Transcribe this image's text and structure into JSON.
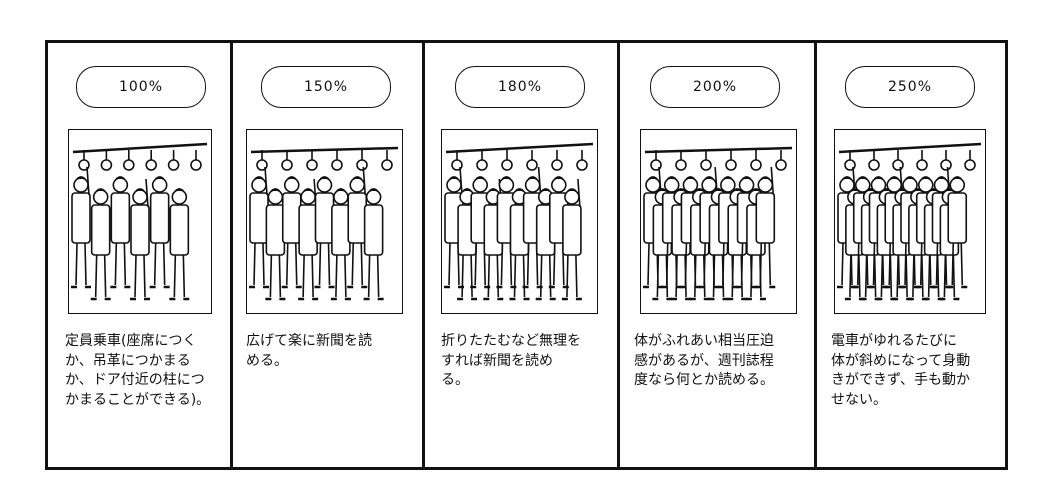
{
  "columns": [
    {
      "rate": "100%",
      "people": 6,
      "lines": [
        "定員乗車(座席につく",
        "か、吊革につかまる",
        "か、ドア付近の柱につ",
        "かまることができる)。"
      ]
    },
    {
      "rate": "150%",
      "people": 8,
      "lines": [
        "広げて楽に新聞を読",
        "める。"
      ]
    },
    {
      "rate": "180%",
      "people": 10,
      "lines": [
        "折りたたむなど無理を",
        "すれば新聞を読め",
        "る。"
      ]
    },
    {
      "rate": "200%",
      "people": 13,
      "lines": [
        "体がふれあい相当圧迫",
        "感があるが、週刊誌程",
        "度なら何とか読める。"
      ]
    },
    {
      "rate": "250%",
      "people": 15,
      "lines": [
        "電車がゆれるたびに",
        "体が斜めになって身動",
        "きができず、手も動か",
        "せない。"
      ]
    }
  ]
}
